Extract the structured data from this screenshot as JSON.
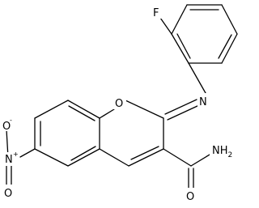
{
  "structure": {
    "atoms": {
      "fluorine": "F",
      "ring_oxygen": "O",
      "imine_nitrogen": "N",
      "amide_nitrogen": "NH",
      "amide_hydrogen_count": "2",
      "carbonyl_oxygen": "O",
      "nitro_nitrogen": "N",
      "nitro_nitrogen_charge": "+",
      "nitro_oxygen_single": "O",
      "nitro_oxygen_single_charge": "-",
      "nitro_oxygen_double": "O"
    }
  },
  "colors": {
    "bond": "#000000",
    "label": "#000000",
    "background": "#ffffff"
  }
}
